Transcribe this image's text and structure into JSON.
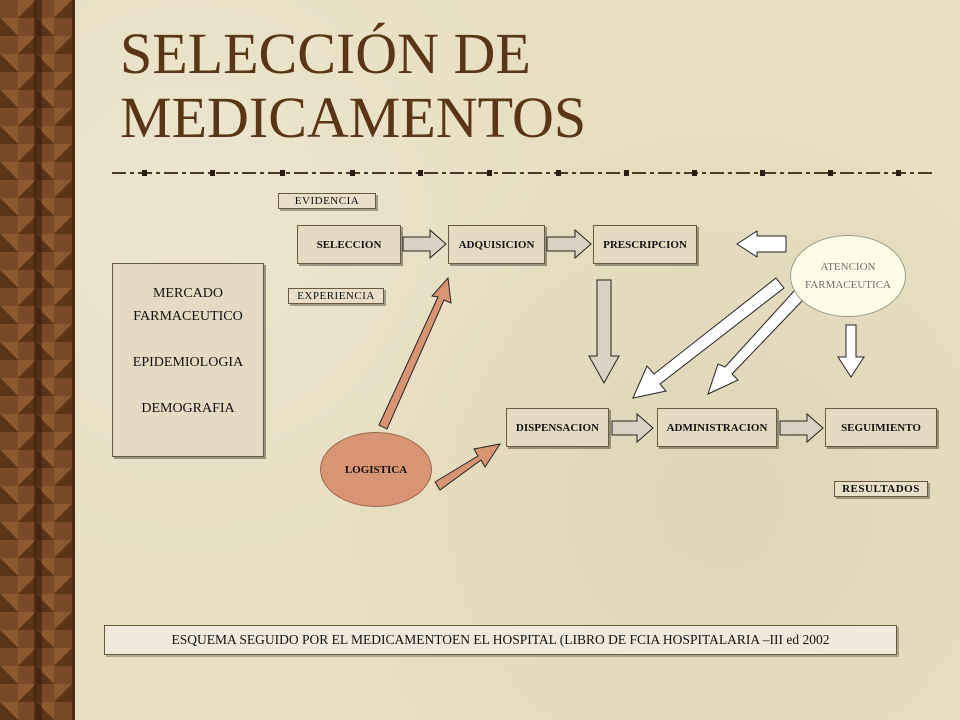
{
  "title": "SELECCIÓN DE MEDICAMENTOS",
  "tags": {
    "evidencia": "EVIDENCIA",
    "experiencia": "EXPERIENCIA",
    "resultados": "RESULTADOS"
  },
  "process": {
    "seleccion": "SELECCION",
    "adquisicion": "ADQUISICION",
    "prescripcion": "PRESCRIPCION",
    "dispensacion": "DISPENSACION",
    "administracion": "ADMINISTRACION",
    "seguimiento": "SEGUIMIENTO"
  },
  "ovals": {
    "atencion_line1": "ATENCION",
    "atencion_line2": "FARMACEUTICA",
    "logistica": "LOGISTICA"
  },
  "factors": {
    "mercado": "MERCADO",
    "farmaceutico": "FARMACEUTICO",
    "epidemiologia": "EPIDEMIOLOGIA",
    "demografia": "DEMOGRAFIA"
  },
  "caption": "ESQUEMA SEGUIDO POR EL MEDICAMENTOEN EL HOSPITAL (LIBRO DE FCIA HOSPITALARIA –III ed 2002",
  "colors": {
    "title": "#5a3516",
    "box_fill": "#e6dac2",
    "arrow_gray": "#d9d2c2",
    "arrow_white": "#ffffff",
    "arrow_salmon": "#d99573",
    "logistica_fill": "#d99573",
    "atencion_fill": "#fffde8"
  }
}
